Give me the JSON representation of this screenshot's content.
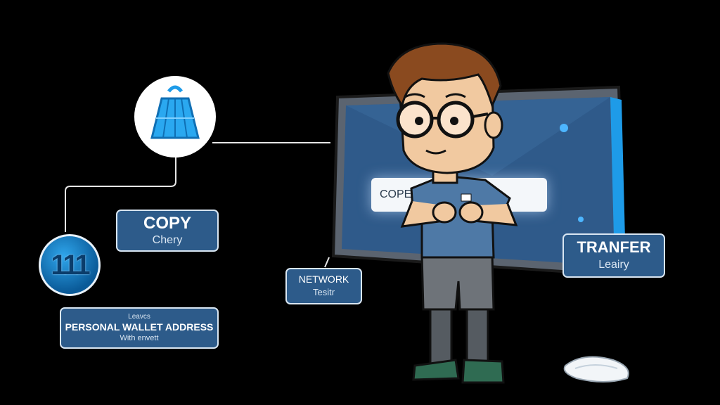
{
  "copy_card": {
    "title": "COPY",
    "subtitle": "Chery"
  },
  "wallet_card": {
    "pre_label": "Leavcs",
    "title": "PERSONAL WALLET ADDRESS",
    "subtitle": "With envett"
  },
  "network_card": {
    "title": "NETWORK",
    "subtitle": "Tesitr"
  },
  "transfer_card": {
    "title": "TRANFER",
    "subtitle": "Leairy"
  },
  "screen": {
    "field_text": "COPE"
  },
  "counter_badge": {
    "value": "111"
  },
  "icons": [
    "bag-icon",
    "monitor-icon",
    "person-illustration",
    "mouse-icon"
  ],
  "colors": {
    "background": "#000000",
    "card": "#2d5b8a",
    "accent": "#1e9be8",
    "screen": "#3e6da0"
  }
}
